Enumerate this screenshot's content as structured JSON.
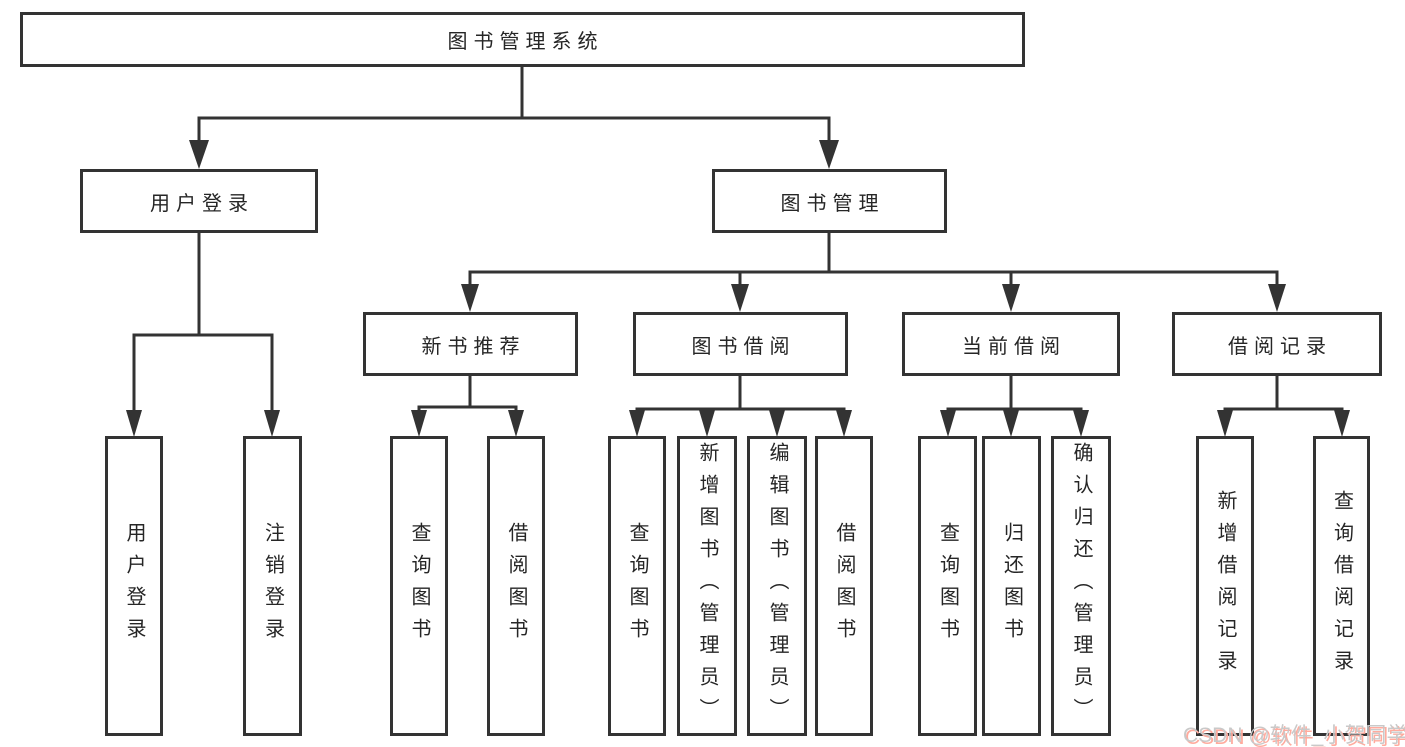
{
  "colors": {
    "background": "#ffffff",
    "line": "#333333",
    "text": "#262626",
    "watermark_fill": "#c9c9c9",
    "watermark_shadow": "#ffab9e"
  },
  "tree": {
    "label": "图书管理系统",
    "children": [
      {
        "label": "用户登录",
        "children": [
          {
            "label": "用户登录"
          },
          {
            "label": "注销登录"
          }
        ]
      },
      {
        "label": "图书管理",
        "children": [
          {
            "label": "新书推荐",
            "children": [
              {
                "label": "查询图书"
              },
              {
                "label": "借阅图书"
              }
            ]
          },
          {
            "label": "图书借阅",
            "children": [
              {
                "label": "查询图书"
              },
              {
                "label": "新增图书（管理员）"
              },
              {
                "label": "编辑图书（管理员）"
              },
              {
                "label": "借阅图书"
              }
            ]
          },
          {
            "label": "当前借阅",
            "children": [
              {
                "label": "查询图书"
              },
              {
                "label": "归还图书"
              },
              {
                "label": "确认归还（管理员）"
              }
            ]
          },
          {
            "label": "借阅记录",
            "children": [
              {
                "label": "新增借阅记录"
              },
              {
                "label": "查询借阅记录"
              }
            ]
          }
        ]
      }
    ]
  },
  "watermark": {
    "text": "CSDN @软件_小贺同学"
  }
}
